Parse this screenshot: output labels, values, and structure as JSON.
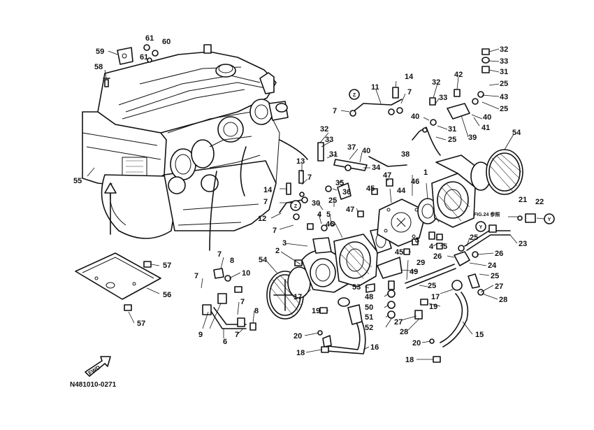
{
  "figure_code": "N481010-0271",
  "fwd_label": "FWD",
  "fig_ref": "FIG.24 参照",
  "reference_marks": [
    "Z",
    "Y"
  ],
  "part_labels": [
    {
      "id": "l59",
      "text": "59"
    },
    {
      "id": "l61a",
      "text": "61"
    },
    {
      "id": "l60",
      "text": "60"
    },
    {
      "id": "l61b",
      "text": "61"
    },
    {
      "id": "l58",
      "text": "58"
    },
    {
      "id": "l55",
      "text": "55"
    },
    {
      "id": "l57a",
      "text": "57"
    },
    {
      "id": "l56",
      "text": "56"
    },
    {
      "id": "l57b",
      "text": "57"
    },
    {
      "id": "l11",
      "text": "11"
    },
    {
      "id": "l14a",
      "text": "14"
    },
    {
      "id": "l7a",
      "text": "7"
    },
    {
      "id": "l7b",
      "text": "7"
    },
    {
      "id": "l32a",
      "text": "32"
    },
    {
      "id": "l33a",
      "text": "33"
    },
    {
      "id": "l31a",
      "text": "31"
    },
    {
      "id": "l25a",
      "text": "25"
    },
    {
      "id": "l43",
      "text": "43"
    },
    {
      "id": "l25b",
      "text": "25"
    },
    {
      "id": "l42",
      "text": "42"
    },
    {
      "id": "l32b",
      "text": "32"
    },
    {
      "id": "l33b",
      "text": "33"
    },
    {
      "id": "l40a",
      "text": "40"
    },
    {
      "id": "l31b",
      "text": "31"
    },
    {
      "id": "l25c",
      "text": "25"
    },
    {
      "id": "l39",
      "text": "39"
    },
    {
      "id": "l40b",
      "text": "40"
    },
    {
      "id": "l41",
      "text": "41"
    },
    {
      "id": "l54a",
      "text": "54"
    },
    {
      "id": "l32c",
      "text": "32"
    },
    {
      "id": "l33c",
      "text": "33"
    },
    {
      "id": "l37",
      "text": "37"
    },
    {
      "id": "l40c",
      "text": "40"
    },
    {
      "id": "l38",
      "text": "38"
    },
    {
      "id": "l31c",
      "text": "31"
    },
    {
      "id": "l34",
      "text": "34"
    },
    {
      "id": "l13",
      "text": "13"
    },
    {
      "id": "l7c",
      "text": "7"
    },
    {
      "id": "l35",
      "text": "35"
    },
    {
      "id": "l47a",
      "text": "47"
    },
    {
      "id": "l46a",
      "text": "46"
    },
    {
      "id": "l1",
      "text": "1"
    },
    {
      "id": "l14b",
      "text": "14"
    },
    {
      "id": "l36",
      "text": "36"
    },
    {
      "id": "l45a",
      "text": "45"
    },
    {
      "id": "l44",
      "text": "44"
    },
    {
      "id": "l7d",
      "text": "7"
    },
    {
      "id": "l30",
      "text": "30"
    },
    {
      "id": "l25d",
      "text": "25"
    },
    {
      "id": "l47b",
      "text": "47"
    },
    {
      "id": "l12",
      "text": "12"
    },
    {
      "id": "l4a",
      "text": "4"
    },
    {
      "id": "l5a",
      "text": "5"
    },
    {
      "id": "l7e",
      "text": "7"
    },
    {
      "id": "l46b",
      "text": "46"
    },
    {
      "id": "l21",
      "text": "21"
    },
    {
      "id": "l22",
      "text": "22"
    },
    {
      "id": "l3a",
      "text": "3"
    },
    {
      "id": "l3b",
      "text": "3"
    },
    {
      "id": "l4b",
      "text": "4"
    },
    {
      "id": "l5b",
      "text": "5"
    },
    {
      "id": "l25e",
      "text": "25"
    },
    {
      "id": "l23",
      "text": "23"
    },
    {
      "id": "l2",
      "text": "2"
    },
    {
      "id": "l45b",
      "text": "45"
    },
    {
      "id": "l26a",
      "text": "26"
    },
    {
      "id": "l26b",
      "text": "26"
    },
    {
      "id": "l7f",
      "text": "7"
    },
    {
      "id": "l8a",
      "text": "8"
    },
    {
      "id": "l54b",
      "text": "54"
    },
    {
      "id": "l24",
      "text": "24"
    },
    {
      "id": "l29",
      "text": "29"
    },
    {
      "id": "l49",
      "text": "49"
    },
    {
      "id": "l10",
      "text": "10"
    },
    {
      "id": "l7g",
      "text": "7"
    },
    {
      "id": "l25f",
      "text": "25"
    },
    {
      "id": "l27a",
      "text": "27"
    },
    {
      "id": "l53",
      "text": "53"
    },
    {
      "id": "l25g",
      "text": "25"
    },
    {
      "id": "l17a",
      "text": "17"
    },
    {
      "id": "l48",
      "text": "48"
    },
    {
      "id": "l17b",
      "text": "17"
    },
    {
      "id": "l28a",
      "text": "28"
    },
    {
      "id": "l7h",
      "text": "7"
    },
    {
      "id": "l50",
      "text": "50"
    },
    {
      "id": "l19a",
      "text": "19"
    },
    {
      "id": "l19b",
      "text": "19"
    },
    {
      "id": "l51",
      "text": "51"
    },
    {
      "id": "l27b",
      "text": "27"
    },
    {
      "id": "l8b",
      "text": "8"
    },
    {
      "id": "l52",
      "text": "52"
    },
    {
      "id": "l9",
      "text": "9"
    },
    {
      "id": "l7i",
      "text": "7"
    },
    {
      "id": "l28b",
      "text": "28"
    },
    {
      "id": "l15",
      "text": "15"
    },
    {
      "id": "l6",
      "text": "6"
    },
    {
      "id": "l20a",
      "text": "20"
    },
    {
      "id": "l20b",
      "text": "20"
    },
    {
      "id": "l16",
      "text": "16"
    },
    {
      "id": "l18a",
      "text": "18"
    },
    {
      "id": "l18b",
      "text": "18"
    }
  ]
}
